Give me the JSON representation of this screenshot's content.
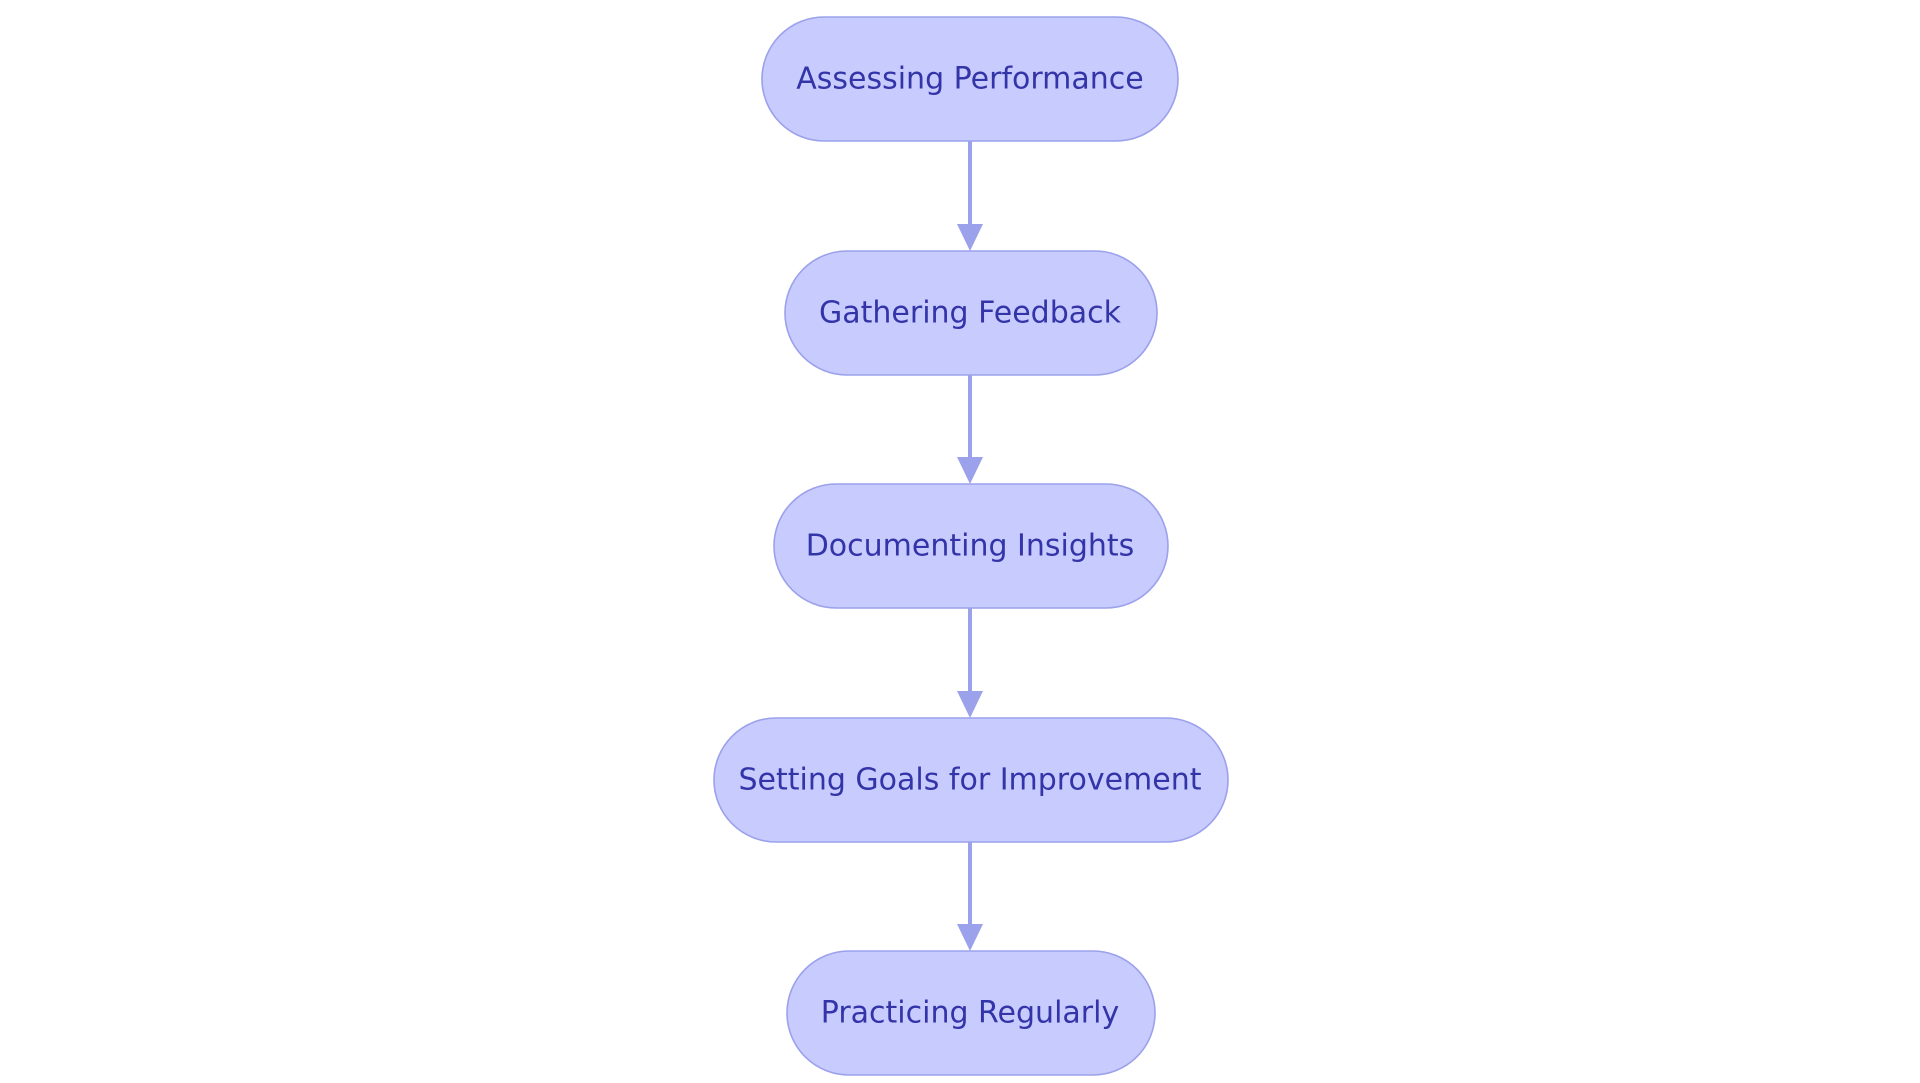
{
  "diagram": {
    "type": "flowchart",
    "direction": "top-to-bottom",
    "colors": {
      "background": "#ffffff",
      "node_fill": "#c8cbfd",
      "node_stroke": "#9ba1eb",
      "node_text": "#3334a8",
      "edge": "#9ba1eb"
    },
    "nodes": [
      {
        "id": "n1",
        "label": "Assessing Performance"
      },
      {
        "id": "n2",
        "label": "Gathering Feedback"
      },
      {
        "id": "n3",
        "label": "Documenting Insights"
      },
      {
        "id": "n4",
        "label": "Setting Goals for Improvement"
      },
      {
        "id": "n5",
        "label": "Practicing Regularly"
      }
    ],
    "edges": [
      {
        "from": "n1",
        "to": "n2"
      },
      {
        "from": "n2",
        "to": "n3"
      },
      {
        "from": "n3",
        "to": "n4"
      },
      {
        "from": "n4",
        "to": "n5"
      }
    ]
  }
}
